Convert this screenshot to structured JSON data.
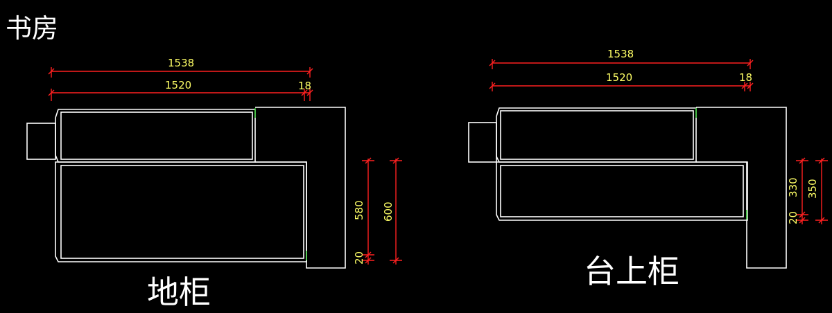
{
  "room_title": "书房",
  "floor_cabinet": {
    "title": "地柜",
    "dim_overall": "1538",
    "dim_main": "1520",
    "dim_end": "18",
    "dim_depth_inner": "580",
    "dim_depth_outer": "600",
    "dim_gap": "20"
  },
  "upper_cabinet": {
    "title": "台上柜",
    "dim_overall": "1538",
    "dim_main": "1520",
    "dim_end": "18",
    "dim_depth_inner": "330",
    "dim_depth_outer": "350",
    "dim_gap": "20"
  },
  "colors": {
    "background": "#000000",
    "outline": "#ffffff",
    "dimension_line": "#ff2020",
    "dimension_text": "#ffff66",
    "marker": "#22cc22"
  }
}
